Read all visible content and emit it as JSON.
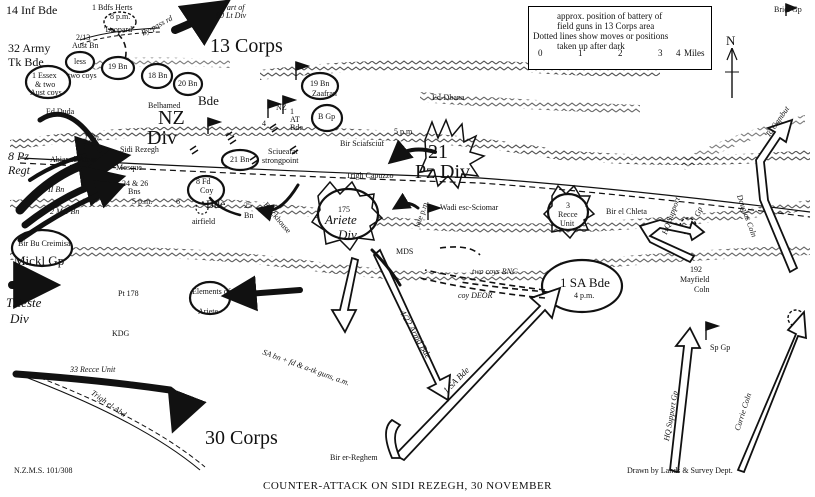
{
  "caption": "COUNTER-ATTACK ON SIDI REZEGH, 30 NOVEMBER",
  "map_reference": "N.Z.M.S. 101/308",
  "credit": "Drawn by Lands & Survey Dept.",
  "legend": {
    "battery_text_1": "approx. position of battery of",
    "battery_text_2": "field guns in 13 Corps area",
    "dotted_text_1": "Dotted lines show moves or positions",
    "dotted_text_2": "taken up after dark",
    "scale_ticks": [
      "0",
      "1",
      "2",
      "3",
      "4"
    ],
    "scale_unit": "Miles"
  },
  "north_label": "N",
  "corps": {
    "thirteen": "13   Corps",
    "thirty": "30   Corps"
  },
  "divisions": {
    "nz_1": "NZ",
    "nz_2": "Div",
    "nz_bde": "Bde",
    "pz_21_1": "21",
    "pz_21_2": "Pz Div",
    "ariete_1": "Ariete",
    "ariete_2": "Div",
    "trieste_1": "Trieste",
    "trieste_2": "Div",
    "mickl": "Mickl  Gp"
  },
  "labels": {
    "inf14": "14 Inf Bde",
    "army32_1": "32 Army",
    "army32_2": "Tk Bde",
    "essex_1": "1 Essex",
    "essex_2": "& two",
    "essex_3": "Aust coys",
    "aust213_1": "2/13",
    "aust213_2": "Aust Bn",
    "less": "less",
    "two_coys": "two coys",
    "bn19": "19 Bn",
    "bn18": "18 Bn",
    "bn20": "20 Bn",
    "bdfs_1": "1 Bdfs Herts",
    "bdfs_2": "8 p.m.",
    "leopard": "'Leopard'",
    "bypass": "By-pass rd",
    "part90_1": "Part of",
    "part90_2": "90 Lt Div",
    "ed_duda": "Ed Duda",
    "belhamed": "Belhamed",
    "ed_dbana": "Ed-Dbana",
    "bn19z": "19 Bn",
    "zaafran": "Zaafran",
    "bgp": "B Gp",
    "nz_flag_a": "4",
    "nz_flag_b": "NZ",
    "nz_flag_c": "1",
    "nz_flag_d": "AT",
    "nz_flag_e": "Bde",
    "bn1": "1 Bn",
    "bn2": "II Bn",
    "mg": "2 MG Bn",
    "pz8_1": "8 Pz",
    "pz8_2": "Regt",
    "abiar": "Abiar el-Amar",
    "sidi": "Sidi Rezegh",
    "mosque": "Mosque",
    "bns_1": "24 & 26",
    "bns_2": "Bns",
    "p5pm": "5 p.m.",
    "bn21": "21 Bn",
    "fd8_1": "8 Fd",
    "fd8_2": "Coy",
    "bde6": "6",
    "bde6b": "Bde",
    "airfield": "airfield",
    "bn25_1": "25",
    "bn25_2": "Bn",
    "blockhouse": "Blockhouse",
    "sciuearat": "Sciuearat",
    "strongpoint": "strongpoint",
    "bir_sciafsciuf": "Bir Sciafsciuf",
    "p5pm_2": "5 p.m",
    "trigh_capuzzo": "Trigh Capuzzo",
    "bir_bu": "Bir Bu Creimisa",
    "pt178": "Pt 178",
    "pt175": "175",
    "wadi": "Wadi esc-Sciomar",
    "late_pm": "late p.m.",
    "recce_1": "3",
    "recce_2": "Recce",
    "recce_3": "Unit",
    "bir_chleta": "Bir el Chleta",
    "mds": "MDS",
    "two_coys_rnc": "two coys RNC",
    "coy_deor": "coy DEOR",
    "sa1_1": "1 SA Bde",
    "sa1_2": "4 p.m.",
    "elements_1": "Elements of",
    "elements_2": "Ariete",
    "armd": "4/22 Armd Bde",
    "kdg": "KDG",
    "sa_bn": "SA bn + fd & a-tk guns, a.m.",
    "sa_bde_arrow": "1 SA Bde",
    "recce33": "33 Recce Unit",
    "trigh_abd": "Trigh el-Abd",
    "bir_reghem": "Bir er-Reghem",
    "hq_support": "HQ Support",
    "hq_gp": "Gp",
    "mayfield_1": "192",
    "mayfield_2": "Mayfield",
    "mayfield_3": "Coln",
    "douglas": "Douglas Coln",
    "to_gambut": "To Gambut",
    "briel": "Briel Gp",
    "hq_support_gp": "HQ Support Gp",
    "currie": "Currie Coln",
    "sp_gp": "Sp Gp"
  }
}
